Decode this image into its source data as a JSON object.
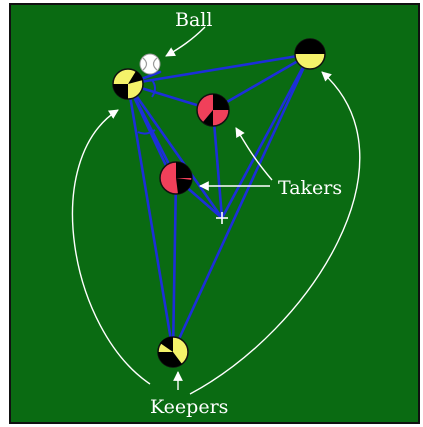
{
  "labels": {
    "ball": "Ball",
    "takers": "Takers",
    "keepers": "Keepers"
  },
  "colors": {
    "field": "#0a6b12",
    "border": "#111111",
    "passing_lines": "#1c2fd8",
    "keeper": "#f4f26a",
    "taker": "#f0405a",
    "player_shade": "#000000",
    "ball": "#ffffff",
    "annotation": "#ffffff"
  },
  "players": [
    {
      "role": "keeper",
      "name": "keeper-with-ball"
    },
    {
      "role": "keeper",
      "name": "keeper-top-right"
    },
    {
      "role": "keeper",
      "name": "keeper-bottom"
    },
    {
      "role": "taker",
      "name": "taker-upper"
    },
    {
      "role": "taker",
      "name": "taker-lower"
    }
  ]
}
